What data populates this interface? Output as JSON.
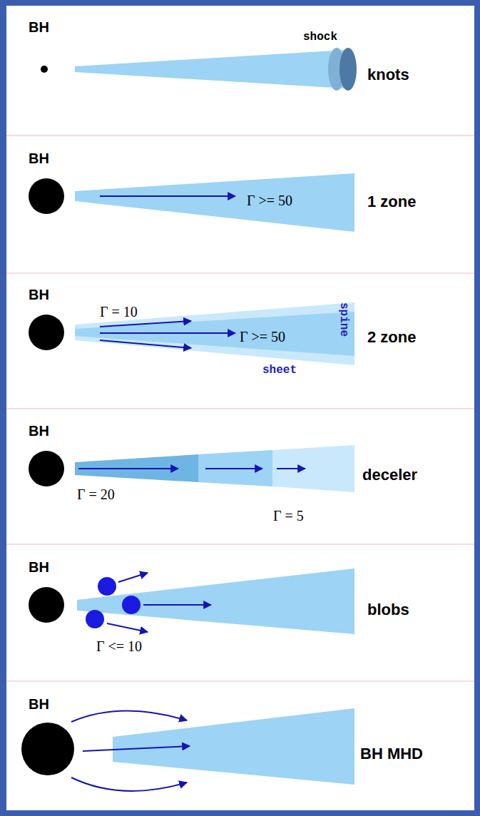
{
  "diagram": {
    "nodes": [
      {
        "text": [
          "BH"
        ]
      },
      {
        "text": [
          "BH"
        ]
      },
      {
        "text": [
          "BH"
        ]
      },
      {
        "text": [
          "BH"
        ]
      },
      {
        "text": [
          "BH"
        ]
      },
      {
        "text": [
          "BH"
        ]
      }
    ],
    "labels": [
      "shock",
      "knots",
      "Γ >= 50",
      "1 zone",
      "Γ = 10",
      "Γ >= 50",
      "spine",
      "sheet",
      "2 zone",
      "deceler",
      "Γ = 20",
      "Γ = 5",
      "blobs",
      "Γ <= 10",
      "BH MHD"
    ]
  }
}
